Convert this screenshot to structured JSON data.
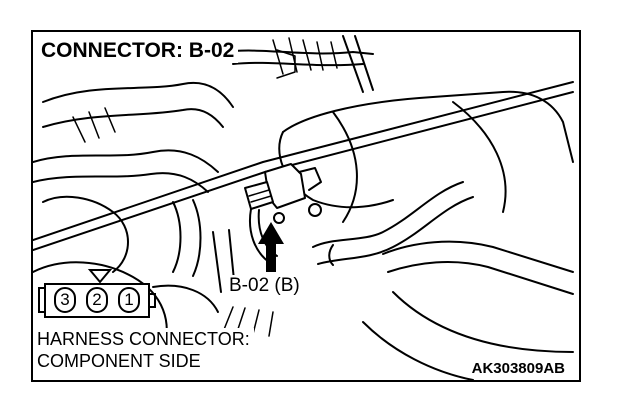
{
  "title": "CONNECTOR: B-02",
  "callout_label": "B-02 (B)",
  "harness_label": {
    "line1": "HARNESS CONNECTOR:",
    "line2": "COMPONENT SIDE"
  },
  "figure_code": "AK303809AB",
  "connector_pins": [
    "3",
    "2",
    "1"
  ],
  "icons": [
    "arrow-up-icon",
    "pin-marker-triangle-icon",
    "connector-latch-icon"
  ]
}
